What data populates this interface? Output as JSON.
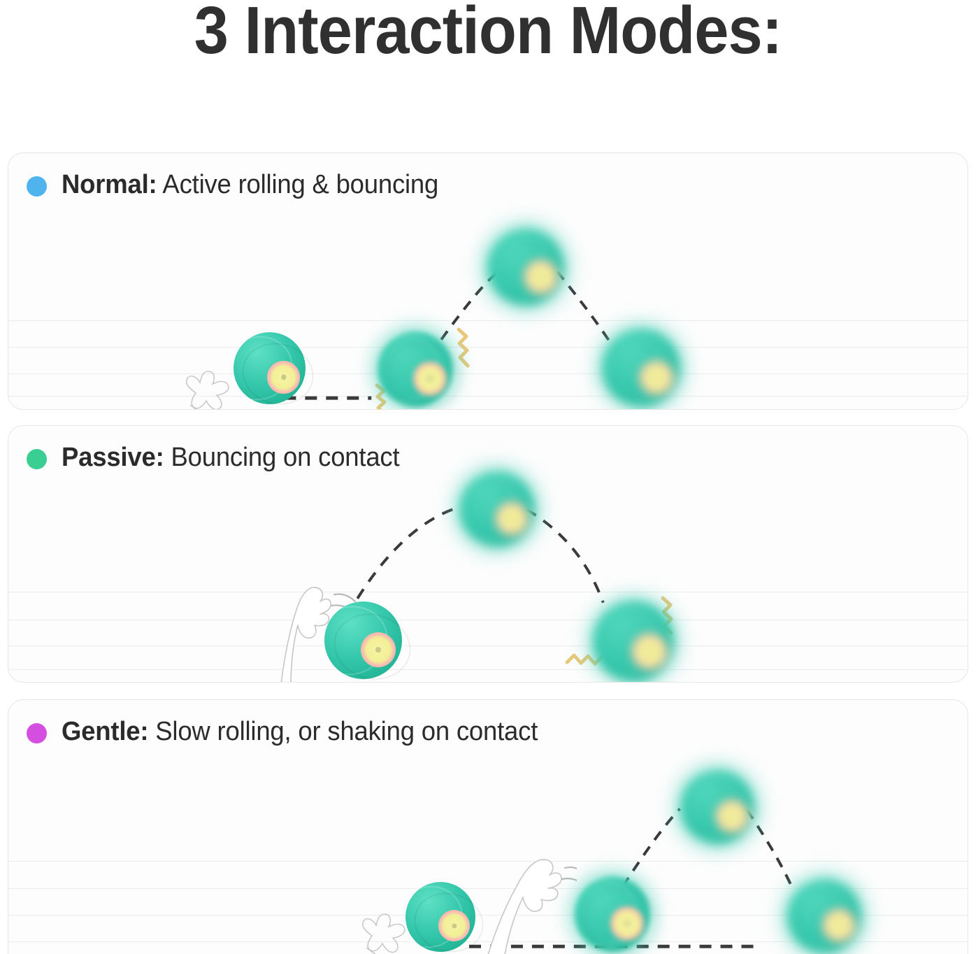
{
  "page": {
    "title": "3 Interaction Modes:",
    "background_color": "#ffffff",
    "title_color": "#303030"
  },
  "modes": [
    {
      "id": "normal",
      "dot_color": "#4FB4EE",
      "label": "Normal:",
      "description": "Active rolling & bouncing",
      "dot_icon": "mode-dot-icon"
    },
    {
      "id": "passive",
      "dot_color": "#3ACE93",
      "label": "Passive:",
      "description": "Bouncing on contact",
      "dot_icon": "mode-dot-icon"
    },
    {
      "id": "gentle",
      "dot_color": "#D44FE0",
      "label": "Gentle:",
      "description": "Slow rolling, or shaking on contact",
      "dot_icon": "mode-dot-icon"
    }
  ],
  "illustration": {
    "ball_body_color": "#35C8AC",
    "ball_ring_color": "#F6ABA2",
    "ball_center_color": "#F2EF96",
    "trajectory_color": "#3a3a3a",
    "vibration_color": "#E9C87C",
    "paw_outline_color": "#c9c9c9",
    "gridline_color": "#ececec",
    "card_border_color": "#e6e6e6",
    "card_background": "#fdfdfd"
  }
}
